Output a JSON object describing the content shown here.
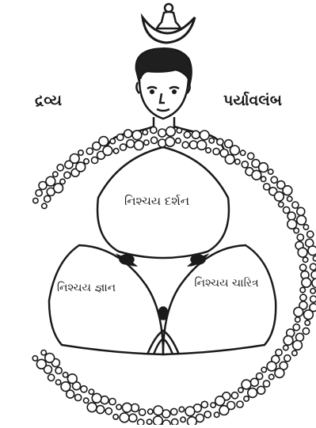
{
  "labels": {
    "top_left": "દ્રવ્ય",
    "top_right": "પર્યાવલંબ",
    "center_top": "નિશ્ચય દર્શન",
    "bottom_left": "નિશ્ચય જ્ઞાન",
    "bottom_right": "નિશ્ચય ચારિત્ર"
  },
  "colors": {
    "ink": "#1a1a1a",
    "background": "#ffffff"
  },
  "icons": [
    "crescent-moon-icon",
    "seated-figure-icon",
    "bead-garland-icon"
  ]
}
